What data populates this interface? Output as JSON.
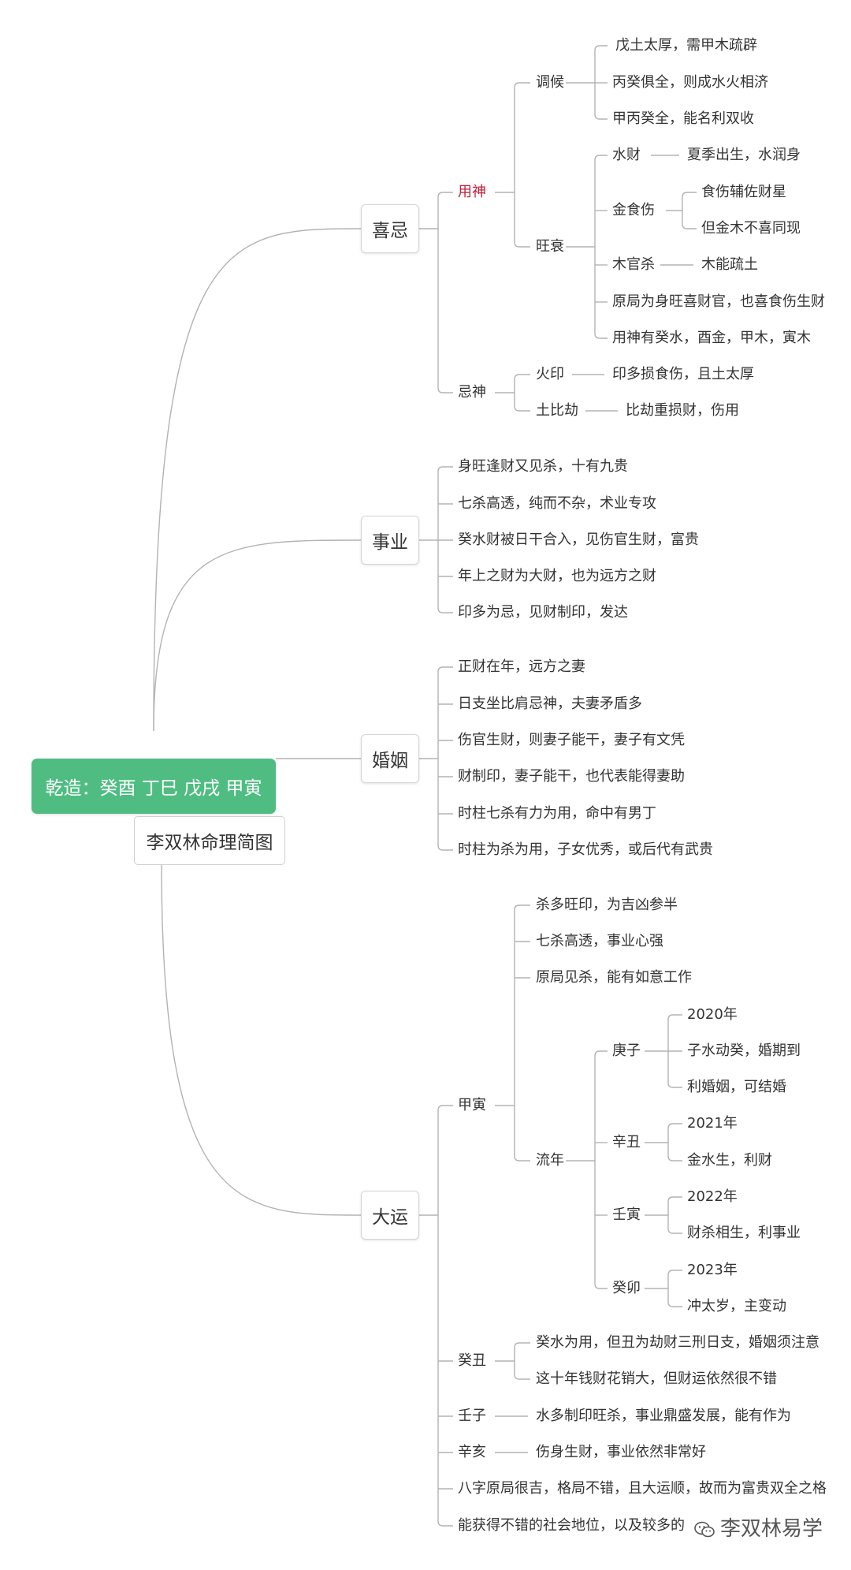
{
  "root": {
    "label": "乾造：癸酉 丁巳 戊戌 甲寅",
    "subtitle": "李双林命理简图"
  },
  "colors": {
    "root_bg": "#4fbd82",
    "line": "#b3b3b3",
    "highlight": "#c0203a",
    "text": "#333333"
  },
  "watermark": {
    "text": "李双林易学",
    "icon": "wechat-icon"
  },
  "branches": {
    "xiji": {
      "label": "喜忌",
      "yongshen": {
        "label": "用神",
        "tiaohou": {
          "label": "调候",
          "items": [
            "戊土太厚，需甲木疏辟",
            "丙癸俱全，则成水火相济",
            "甲丙癸全，能名利双收"
          ]
        },
        "wangshuai": {
          "label": "旺衰",
          "shuicai": {
            "label": "水财",
            "note": "夏季出生，水润身"
          },
          "jinshishang": {
            "label": "金食伤",
            "items": [
              "食伤辅佐财星",
              "但金木不喜同现"
            ]
          },
          "muguansha": {
            "label": "木官杀",
            "note": "木能疏土"
          },
          "yuanju": "原局为身旺喜财官，也喜食伤生财",
          "youyong": "用神有癸水，酉金，甲木，寅木"
        }
      },
      "jishen": {
        "label": "忌神",
        "huoyin": {
          "label": "火印",
          "note": "印多损食伤，且土太厚"
        },
        "tubijie": {
          "label": "土比劫",
          "note": "比劫重损财，伤用"
        }
      }
    },
    "shiye": {
      "label": "事业",
      "items": [
        "身旺逢财又见杀，十有九贵",
        "七杀高透，纯而不杂，术业专攻",
        "癸水财被日干合入，见伤官生财，富贵",
        "年上之财为大财，也为远方之财",
        "印多为忌，见财制印，发达"
      ]
    },
    "hunyin": {
      "label": "婚姻",
      "items": [
        "正财在年，远方之妻",
        "日支坐比肩忌神，夫妻矛盾多",
        "伤官生财，则妻子能干，妻子有文凭",
        "财制印，妻子能干，也代表能得妻助",
        "时柱七杀有力为用，命中有男丁",
        "时柱为杀为用，子女优秀，或后代有武贵"
      ]
    },
    "dayun": {
      "label": "大运",
      "jiayin": {
        "label": "甲寅",
        "items": [
          "杀多旺印，为吉凶参半",
          "七杀高透，事业心强",
          "原局见杀，能有如意工作"
        ],
        "liunian": {
          "label": "流年",
          "gengzi": {
            "label": "庚子",
            "items": [
              "2020年",
              "子水动癸，婚期到",
              "利婚姻，可结婚"
            ]
          },
          "xinchou": {
            "label": "辛丑",
            "items": [
              "2021年",
              "金水生，利财"
            ]
          },
          "renyin": {
            "label": "壬寅",
            "items": [
              "2022年",
              "财杀相生，利事业"
            ]
          },
          "guimao": {
            "label": "癸卯",
            "items": [
              "2023年",
              "冲太岁，主变动"
            ]
          }
        }
      },
      "guichou": {
        "label": "癸丑",
        "items": [
          "癸水为用，但丑为劫财三刑日支，婚姻须注意",
          "这十年钱财花销大，但财运依然很不错"
        ]
      },
      "renzi": {
        "label": "壬子",
        "note": "水多制印旺杀，事业鼎盛发展，能有作为"
      },
      "xinhai": {
        "label": "辛亥",
        "note": "伤身生财，事业依然非常好"
      },
      "summary1": "八字原局很吉，格局不错，且大运顺，故而为富贵双全之格",
      "summary2": "能获得不错的社会地位，以及较多的"
    }
  }
}
